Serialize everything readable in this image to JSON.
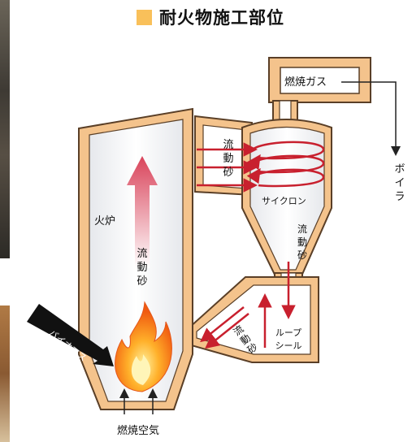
{
  "title": "耐火物施工部位",
  "colors": {
    "refractory": "#f4c38c",
    "refractory_stroke": "#5a3f27",
    "title_swatch": "#f9c05a",
    "flow_arrow": "#c8202e",
    "up_arrow_top": "#d9435a",
    "up_arrow_bottom": "#ffffff",
    "gas_arrow": "#222222",
    "fuel_arrow": "#111111"
  },
  "labels": {
    "combustion_gas": "燃焼ガス",
    "boiler": "ボイラ",
    "cyclone": "サイクロン",
    "furnace": "火炉",
    "sand_upper": "流動砂",
    "sand_furnace": "流動砂",
    "sand_cyclone": "流動砂",
    "sand_return": "流動砂",
    "loop_seal": "ループシール",
    "biomass_feed": "バイオマス燃料投入",
    "combustion_air": "燃焼空気"
  },
  "icons": {
    "flame": "flame-icon"
  }
}
